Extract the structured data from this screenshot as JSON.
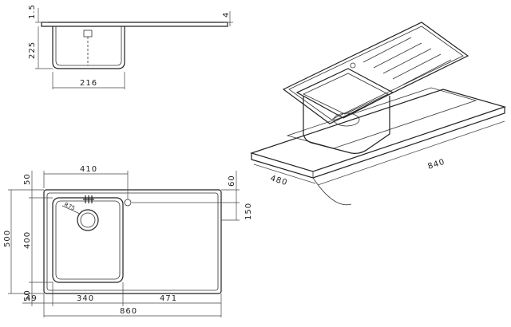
{
  "diagram": {
    "side_section": {
      "dim_top_thickness": "1.5",
      "dim_height": "225",
      "dim_bowl_width": "216",
      "dim_edge": "4"
    },
    "top_view": {
      "dim_bowl_offset": "410",
      "dim_top_margin": "50",
      "dim_right_top": "60",
      "dim_right_mid": "150",
      "dim_total_height": "500",
      "dim_bowl_height": "400",
      "dim_bottom_margin": "50",
      "dim_left_edge": "49",
      "dim_bowl_width": "340",
      "dim_drainer_width": "471",
      "dim_total_width": "860",
      "drain_label": "R75"
    },
    "iso_view": {
      "dim_depth": "480",
      "dim_length": "840"
    }
  }
}
